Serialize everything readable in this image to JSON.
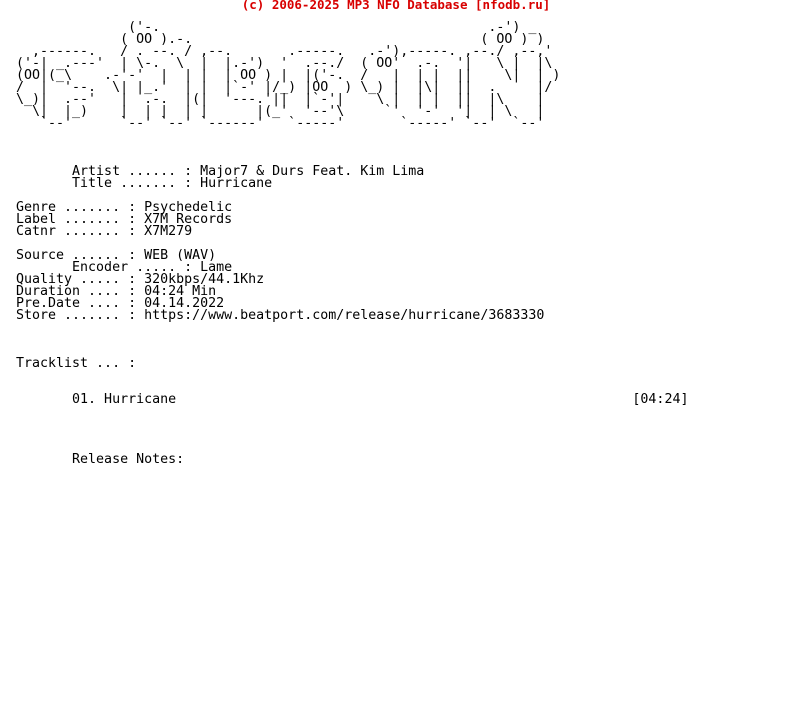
{
  "header": "(c) 2006-2025 MP3 NFO Database [nfodb.ru]",
  "nfo_lines": [
    "              ('-.                                         .-') _",
    "             ( OO ).-.                                    ( OO ) )",
    "  ,------.   / . --. / ,--.       .-----.   .-'),-----. ,--./ ,--,'",
    "('-| _.---'  | \\-.  \\  |  |.-')  '  .--./  ( OO'  .-.  '|   \\ |  |\\",
    "(OO|(_\\    .-'-'  |  | |  | OO ) |  |('-.  /   |  | |  ||    \\|  | )",
    "/  |  '--.  \\| |_.'  | |  |`-' |/_) |OO  ) \\_) |  |\\|  ||  .     |/",
    "\\_)|  .--'   |  .-.  |(|  '---.'||  |`-'|    \\ |  | |  ||  |\\    |",
    "  \\|  |_)    |  | |  | |      |(_'  '--'\\     `'  '-'  '|  | \\   |",
    "   `--'      `--' `--' `------'   `-----'       `-----' `--'  `--'",
    "",
    "",
    "",
    "       Artist ...... : Major7 & Durs Feat. Kim Lima",
    "       Title ....... : Hurricane",
    "",
    "Genre ....... : Psychedelic",
    "Label ....... : X7M Records",
    "Catnr ....... : X7M279",
    "",
    "Source ...... : WEB (WAV)",
    "       Encoder ..... : Lame",
    "Quality ..... : 320kbps/44.1Khz",
    "Duration .... : 04:24 Min",
    "Pre.Date .... : 04.14.2022",
    "Store ....... : https://www.beatport.com/release/hurricane/3683330",
    "",
    "",
    "",
    "Tracklist ... :",
    "",
    "",
    "       01. Hurricane                                                         [04:24]",
    "",
    "",
    "",
    "",
    "       Release Notes:"
  ]
}
